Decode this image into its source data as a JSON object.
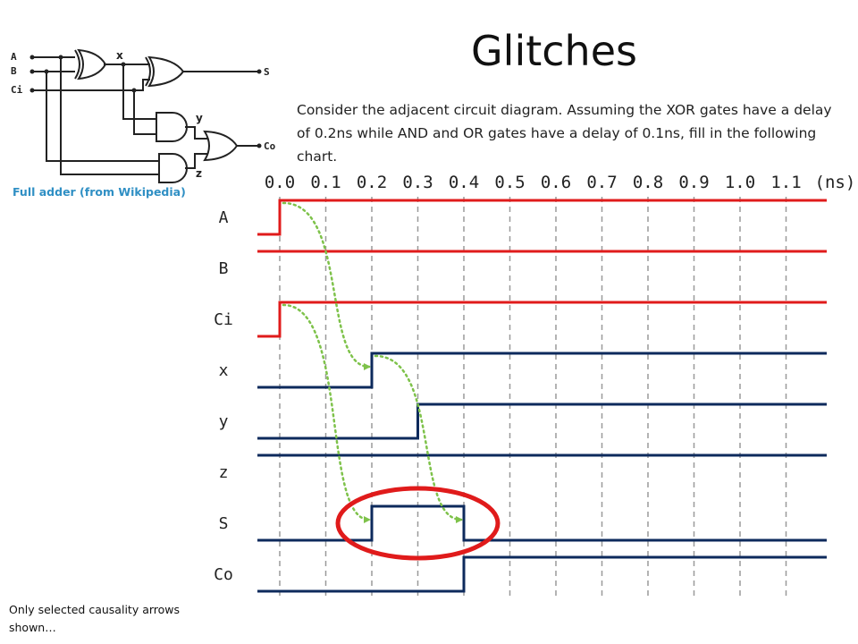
{
  "slide": {
    "title": "Glitches",
    "description": "Consider the adjacent circuit diagram. Assuming the XOR gates have a delay of 0.2ns while AND and OR gates have a delay of 0.1ns, fill in the following chart.",
    "caption": "Full adder (from Wikipedia)",
    "footnote": "Only selected causality arrows shown…"
  },
  "circuit": {
    "inputs": [
      "A",
      "B",
      "Ci"
    ],
    "outputs": [
      "S",
      "Co"
    ],
    "nodes": [
      "x",
      "y",
      "z"
    ],
    "wire_color": "#222222"
  },
  "timing": {
    "time_unit": "(ns)",
    "times": [
      "0.0",
      "0.1",
      "0.2",
      "0.3",
      "0.4",
      "0.5",
      "0.6",
      "0.7",
      "0.8",
      "0.9",
      "1.0",
      "1.1"
    ],
    "input_color": "#e01b1b",
    "output_color": "#0d2a5c",
    "arrow_color": "#7ec24a",
    "highlight_color": "#e01b1b",
    "signals": [
      {
        "name": "A",
        "kind": "input",
        "initial": 0,
        "transitions": [
          0.0
        ]
      },
      {
        "name": "B",
        "kind": "input",
        "initial": 1,
        "transitions": []
      },
      {
        "name": "Ci",
        "kind": "input",
        "initial": 0,
        "transitions": [
          0.0
        ]
      },
      {
        "name": "x",
        "kind": "output",
        "initial": 0,
        "transitions": [
          0.2
        ]
      },
      {
        "name": "y",
        "kind": "output",
        "initial": 0,
        "transitions": [
          0.3
        ]
      },
      {
        "name": "z",
        "kind": "output",
        "initial": 1,
        "transitions": []
      },
      {
        "name": "S",
        "kind": "output",
        "initial": 0,
        "transitions": [
          0.2,
          0.4
        ]
      },
      {
        "name": "Co",
        "kind": "output",
        "initial": 0,
        "transitions": [
          0.4
        ]
      }
    ],
    "causality_arrows": [
      {
        "from": "A",
        "to": "x",
        "from_time": 0.0,
        "to_time": 0.2
      },
      {
        "from": "x",
        "to": "S",
        "from_time": 0.2,
        "to_time": 0.4
      },
      {
        "from": "Ci",
        "to": "S",
        "from_time": 0.0,
        "to_time": 0.2
      }
    ],
    "glitch": {
      "signal": "S",
      "start": 0.2,
      "end": 0.4
    }
  }
}
